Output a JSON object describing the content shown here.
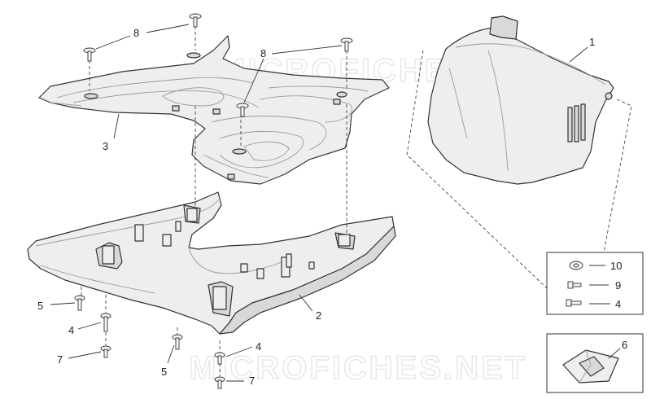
{
  "watermark": {
    "top": "MICROFICHES.NET",
    "bottom": "MICROFICHES.NET"
  },
  "callouts": {
    "part_1": "1",
    "part_2": "2",
    "part_3": "3",
    "screw_8_left": "8",
    "screw_8_right": "8",
    "clip_10": "10",
    "screw_9": "9",
    "screw_4_box": "4",
    "clip_6": "6",
    "screw_5_left": "5",
    "screw_4_left": "4",
    "screw_7_left": "7",
    "screw_5_mid": "5",
    "screw_4_mid": "4",
    "screw_7_mid": "7"
  }
}
